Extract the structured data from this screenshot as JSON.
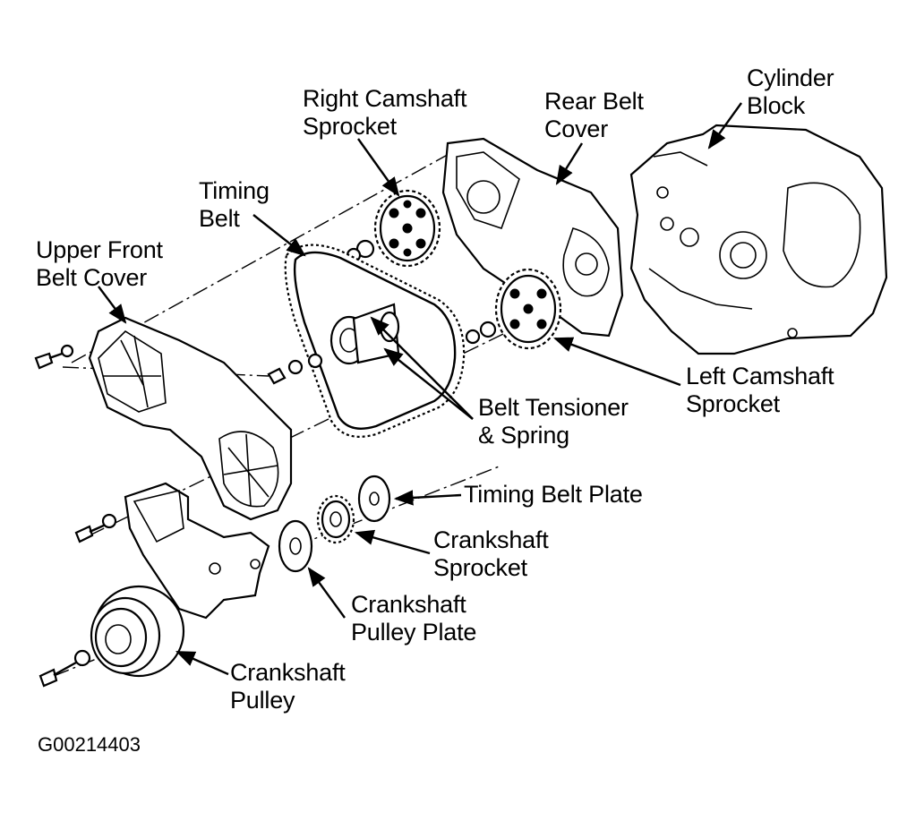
{
  "labels": {
    "cylinder_block": "Cylinder\nBlock",
    "rear_belt_cover": "Rear Belt\nCover",
    "right_camshaft_sprocket": "Right Camshaft\nSprocket",
    "timing_belt": "Timing\nBelt",
    "upper_front_belt_cover": "Upper Front\nBelt Cover",
    "left_camshaft_sprocket": "Left Camshaft\nSprocket",
    "belt_tensioner_spring": "Belt Tensioner\n& Spring",
    "timing_belt_plate": "Timing Belt Plate",
    "crankshaft_sprocket": "Crankshaft\nSprocket",
    "crankshaft_pulley_plate": "Crankshaft\nPulley Plate",
    "crankshaft_pulley": "Crankshaft\nPulley"
  },
  "figure_code": "G00214403"
}
